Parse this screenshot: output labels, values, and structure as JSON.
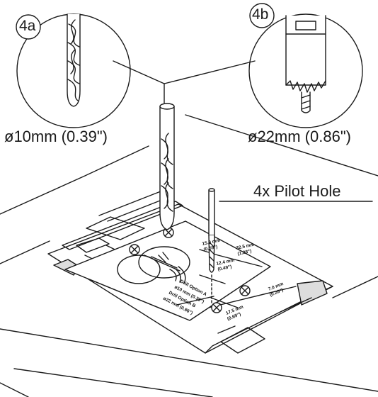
{
  "steps": [
    {
      "id": "4a",
      "label": "4a",
      "diameter": "ø10mm (0.39\")"
    },
    {
      "id": "4b",
      "label": "4b",
      "diameter": "ø22mm (0.86\")"
    }
  ],
  "callout": {
    "label": "4x Pilot Hole"
  },
  "template": {
    "dim1": "15.0 mm",
    "dim1_in": "(0.59\")",
    "dim2": "32.5 mm",
    "dim2_in": "(1.28\")",
    "dim3": "12.4 mm",
    "dim3_in": "(0.49\")",
    "dim4": "7.0 mm",
    "dim4_in": "(0.28\")",
    "dim5": "17.5 mm",
    "dim5_in": "(0.69\")",
    "option_a": "Drill Option A",
    "option_a_size": "ø10 mm (0.39\")",
    "option_b": "Drill Option B",
    "option_b_size": "ø22 mm (0.86\")"
  },
  "colors": {
    "line": "#1a1a1a",
    "fill": "#ffffff",
    "shade": "#dcdcdc"
  }
}
